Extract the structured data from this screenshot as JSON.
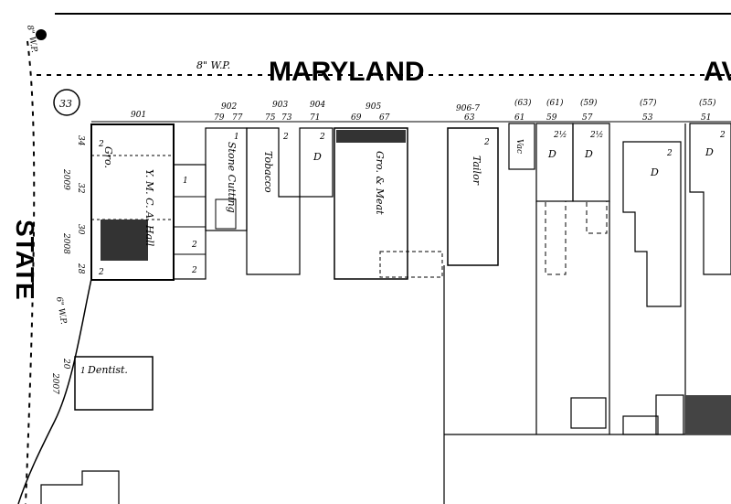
{
  "streets": {
    "maryland": "MARYLAND",
    "maryland_cont": "AV",
    "state": "STATE",
    "pipe_maryland": "8\" W.P.",
    "pipe_top_left": "8\" W.P.",
    "pipe_state": "6\" W.P."
  },
  "block_number": "33",
  "address_numbers_top": [
    "901",
    "902",
    "903",
    "904",
    "905",
    "906-7",
    "(63)",
    "(61)",
    "(59)",
    "(57)",
    "(55)"
  ],
  "address_numbers_sub": [
    "79",
    "77",
    "75",
    "73",
    "71",
    "69",
    "67",
    "63",
    "61",
    "59",
    "57",
    "53",
    "51"
  ],
  "address_numbers_side": [
    "34",
    "2009",
    "32",
    "30",
    "2008",
    "28",
    "20",
    "2007"
  ],
  "buildings": {
    "gro": "Gro.",
    "ymca": "Y. M. C. A. Hall",
    "stone": "Stone Cutting",
    "tobacco": "Tobacco",
    "d1": "D",
    "gro_meat": "Gro. & Meat",
    "tailor": "Tailor",
    "vac": "Vac",
    "d2": "D",
    "d3": "D",
    "d4": "D",
    "d5": "D",
    "dentist": "Dentist."
  },
  "stories": {
    "s2": "2",
    "s1": "1",
    "s2h": "2½"
  }
}
